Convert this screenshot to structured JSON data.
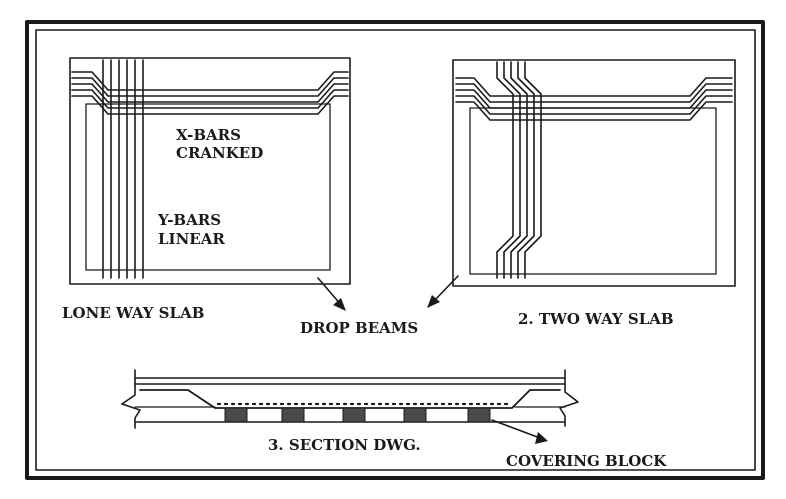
{
  "labels": {
    "x_bars_line1": "X-BARS",
    "x_bars_line2": "CRANKED",
    "y_bars_line1": "Y-BARS",
    "y_bars_line2": "LINEAR",
    "one_way_slab": "LONE WAY SLAB",
    "drop_beams": "DROP BEAMS",
    "two_way_slab": "2. TWO WAY SLAB",
    "section_dwg": "3. SECTION DWG.",
    "covering_block": "COVERING BLOCK"
  },
  "colors": {
    "ink": "#1a1a1a",
    "paper": "#ffffff",
    "block_hatch": "#4a4a4a"
  }
}
